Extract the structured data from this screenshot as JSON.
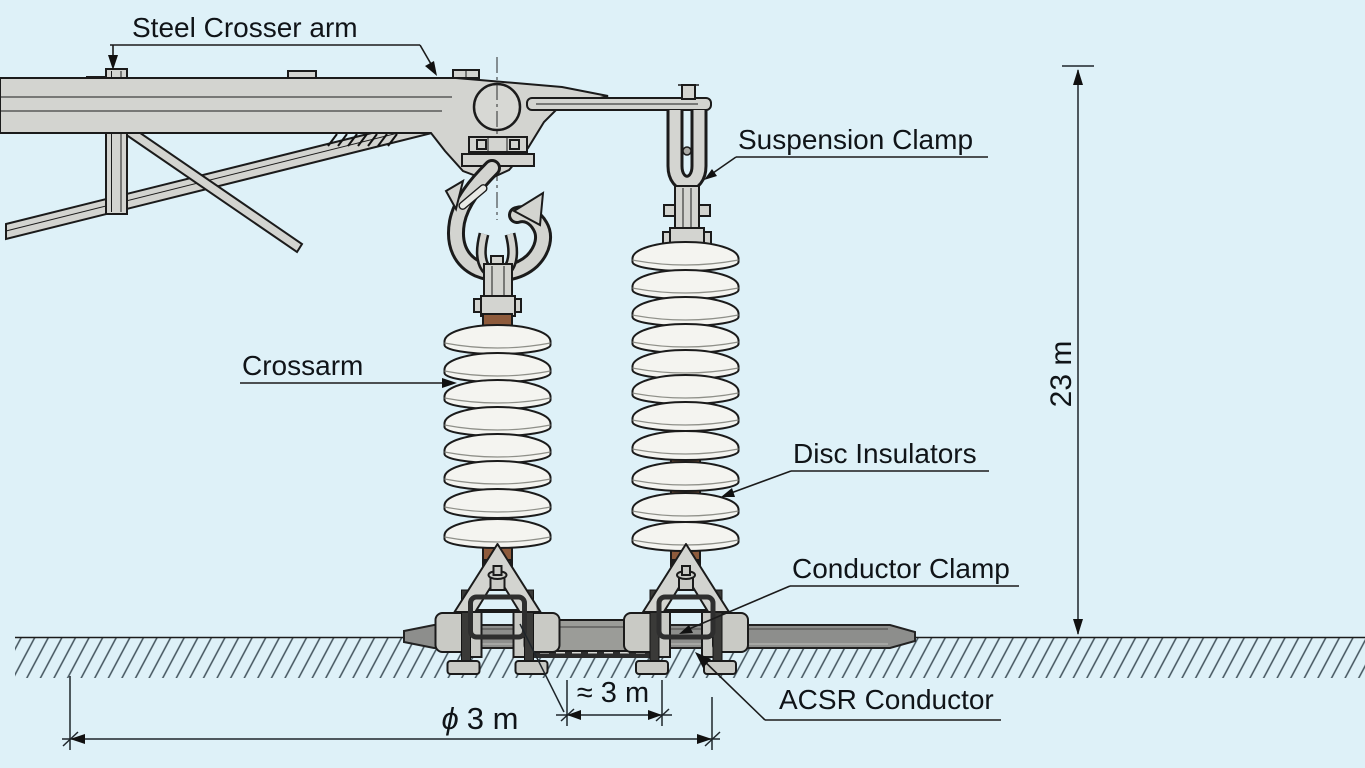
{
  "diagram": {
    "labels": {
      "steel_crosser_arm": "Steel Crosser arm",
      "suspension_clamp": "Suspension Clamp",
      "crossarm": "Crossarm",
      "disc_insulators": "Disc Insulators",
      "conductor_clamp": "Conductor Clamp",
      "acsr_conductor": "ACSR Conductor"
    },
    "dimensions": {
      "tower_height": "23 m",
      "phase_spacing_symbol": "ϕ",
      "phase_spacing_value": "3 m",
      "clamp_spacing": "≈ 3 m"
    },
    "insulator_discs": {
      "left_string": 8,
      "right_string": 11
    },
    "colors": {
      "background": "#def1f8",
      "steel_fill": "#d3d4d0",
      "fitting_fill": "#c9cac5",
      "insulator_core": "#8e5b3c",
      "insulator_disc": "#f4f4f0",
      "conductor": "#8d8e8c",
      "outline": "#1b1b1b"
    }
  }
}
